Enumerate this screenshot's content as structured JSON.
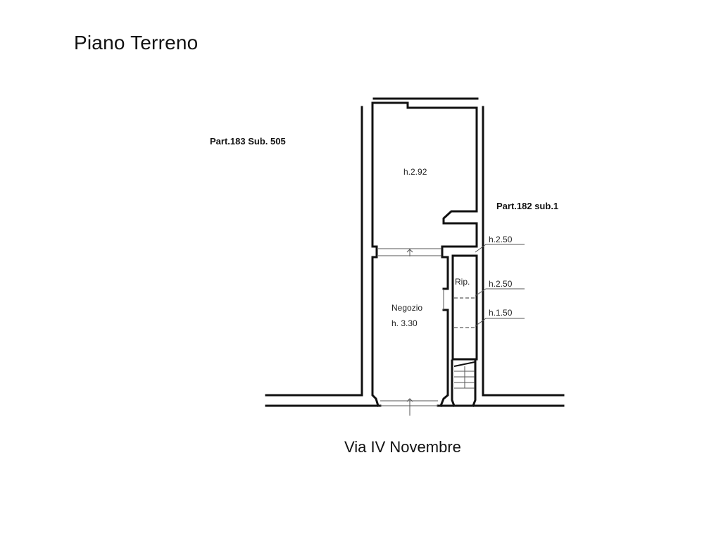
{
  "title": "Piano Terreno",
  "neighbors": {
    "left": "Part.183 Sub. 505",
    "right": "Part.182 sub.1"
  },
  "rooms": {
    "back_room": {
      "height": "h.2.92"
    },
    "shop": {
      "name": "Negozio",
      "height": "h. 3.30"
    },
    "storage": {
      "name": "Rip."
    }
  },
  "height_callouts": [
    {
      "label": "h.2.50"
    },
    {
      "label": "h.2.50"
    },
    {
      "label": "h.1.50"
    }
  ],
  "street": "Via IV Novembre",
  "colors": {
    "line": "#111111",
    "thin": "#555555",
    "background": "#ffffff"
  }
}
